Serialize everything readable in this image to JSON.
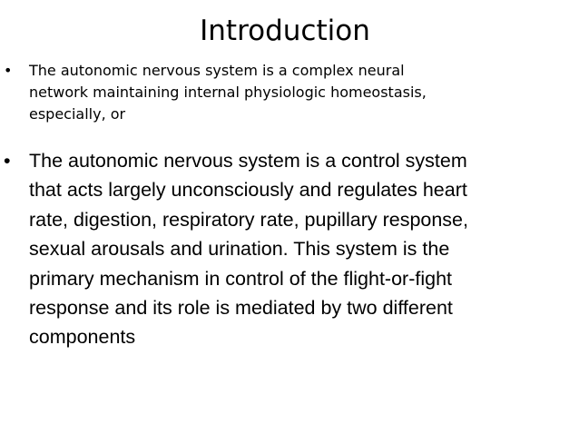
{
  "slide": {
    "title": "Introduction",
    "bullets": [
      {
        "marker": "•",
        "lines": [
          "The autonomic nervous system is a complex neural",
          "network maintaining internal physiologic homeostasis,",
          "especially, or"
        ]
      },
      {
        "marker": "•",
        "lines": [
          "The autonomic nervous system is a control system",
          "that acts largely unconsciously and regulates heart",
          "rate, digestion, respiratory rate, pupillary response,",
          "sexual  arousals and urination. This system is the",
          "primary mechanism in control of the flight-or-fight",
          "response and its role is mediated by two different",
          "components"
        ]
      }
    ]
  }
}
